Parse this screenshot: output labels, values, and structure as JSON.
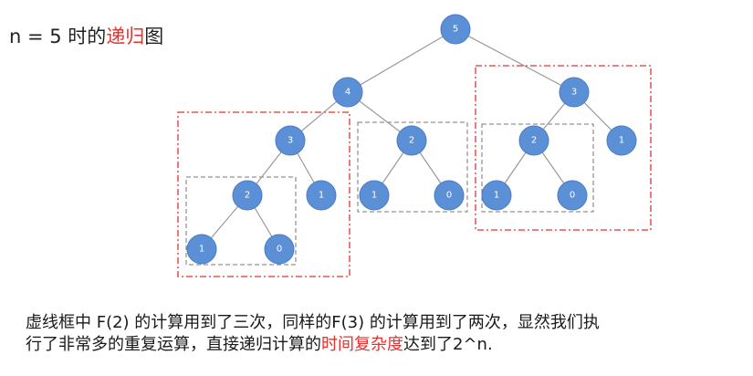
{
  "title": {
    "prefix": "n = 5 时的",
    "highlight": "递归",
    "suffix": "图"
  },
  "nodes": [
    {
      "id": "n5",
      "label": "5"
    },
    {
      "id": "n4",
      "label": "4"
    },
    {
      "id": "n3a",
      "label": "3"
    },
    {
      "id": "n3b",
      "label": "3"
    },
    {
      "id": "n2a",
      "label": "2"
    },
    {
      "id": "n2b",
      "label": "2"
    },
    {
      "id": "n2c",
      "label": "2"
    },
    {
      "id": "n1a",
      "label": "1"
    },
    {
      "id": "n1b",
      "label": "1"
    },
    {
      "id": "n1c",
      "label": "1"
    },
    {
      "id": "n1d",
      "label": "1"
    },
    {
      "id": "n1e",
      "label": "1"
    },
    {
      "id": "n0a",
      "label": "0"
    },
    {
      "id": "n0b",
      "label": "0"
    },
    {
      "id": "n0c",
      "label": "0"
    }
  ],
  "edges": [
    [
      "n5",
      "n4"
    ],
    [
      "n5",
      "n3b"
    ],
    [
      "n4",
      "n3a"
    ],
    [
      "n4",
      "n2b"
    ],
    [
      "n3a",
      "n2a"
    ],
    [
      "n3a",
      "n1b"
    ],
    [
      "n2a",
      "n1a"
    ],
    [
      "n2a",
      "n0a"
    ],
    [
      "n2b",
      "n1c"
    ],
    [
      "n2b",
      "n0b"
    ],
    [
      "n3b",
      "n2c"
    ],
    [
      "n3b",
      "n1e"
    ],
    [
      "n2c",
      "n1d"
    ],
    [
      "n2c",
      "n0c"
    ]
  ],
  "colors": {
    "node_fill": "#5b8fd6",
    "node_stroke": "#4a7cc4",
    "edge": "#999999",
    "red_box": "#e8302c",
    "gray_box": "#777777",
    "highlight": "#e8302c"
  },
  "caption": {
    "line1": "虚线框中 F(2) 的计算用到了三次，同样的F(3) 的计算用到了两次，显然我们执",
    "line2_prefix": "行了非常多的重复运算，直接递归计算的",
    "line2_highlight": "时间复杂度",
    "line2_suffix": "达到了2^n."
  }
}
